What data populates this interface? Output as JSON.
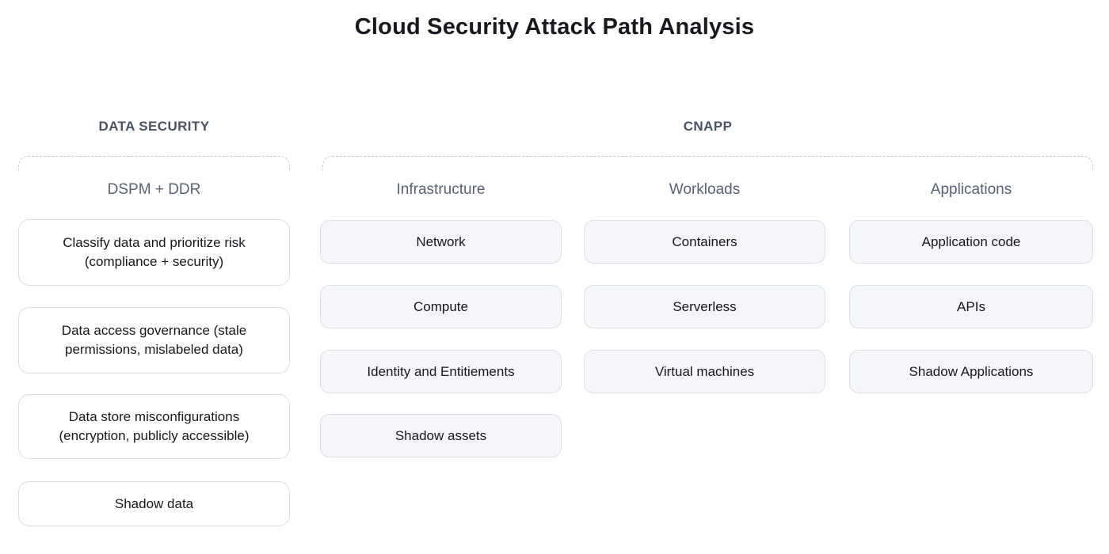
{
  "title": "Cloud Security Attack Path Analysis",
  "groups": [
    {
      "label": "DATA SECURITY",
      "columns": [
        {
          "header": "DSPM + DDR",
          "items": [
            "Classify data and prioritize risk (compliance + security)",
            "Data access governance (stale permissions, mislabeled data)",
            "Data store misconfigurations (encryption, publicly accessible)",
            "Shadow data"
          ]
        }
      ]
    },
    {
      "label": "CNAPP",
      "columns": [
        {
          "header": "Infrastructure",
          "items": [
            "Network",
            "Compute",
            "Identity and Entitiements",
            "Shadow assets"
          ]
        },
        {
          "header": "Workloads",
          "items": [
            "Containers",
            "Serverless",
            "Virtual machines"
          ]
        },
        {
          "header": "Applications",
          "items": [
            "Application code",
            "APIs",
            "Shadow Applications"
          ]
        }
      ]
    }
  ],
  "colors": {
    "background": "#ffffff",
    "title_text": "#17191f",
    "group_label_text": "#4b5263",
    "column_header_text": "#596174",
    "box_text": "#16181d",
    "data_security_box_bg": "#ffffff",
    "cnapp_box_bg": "#f5f6fa",
    "box_border": "#d9dce6",
    "dashed_bracket": "#c4c8d4"
  }
}
